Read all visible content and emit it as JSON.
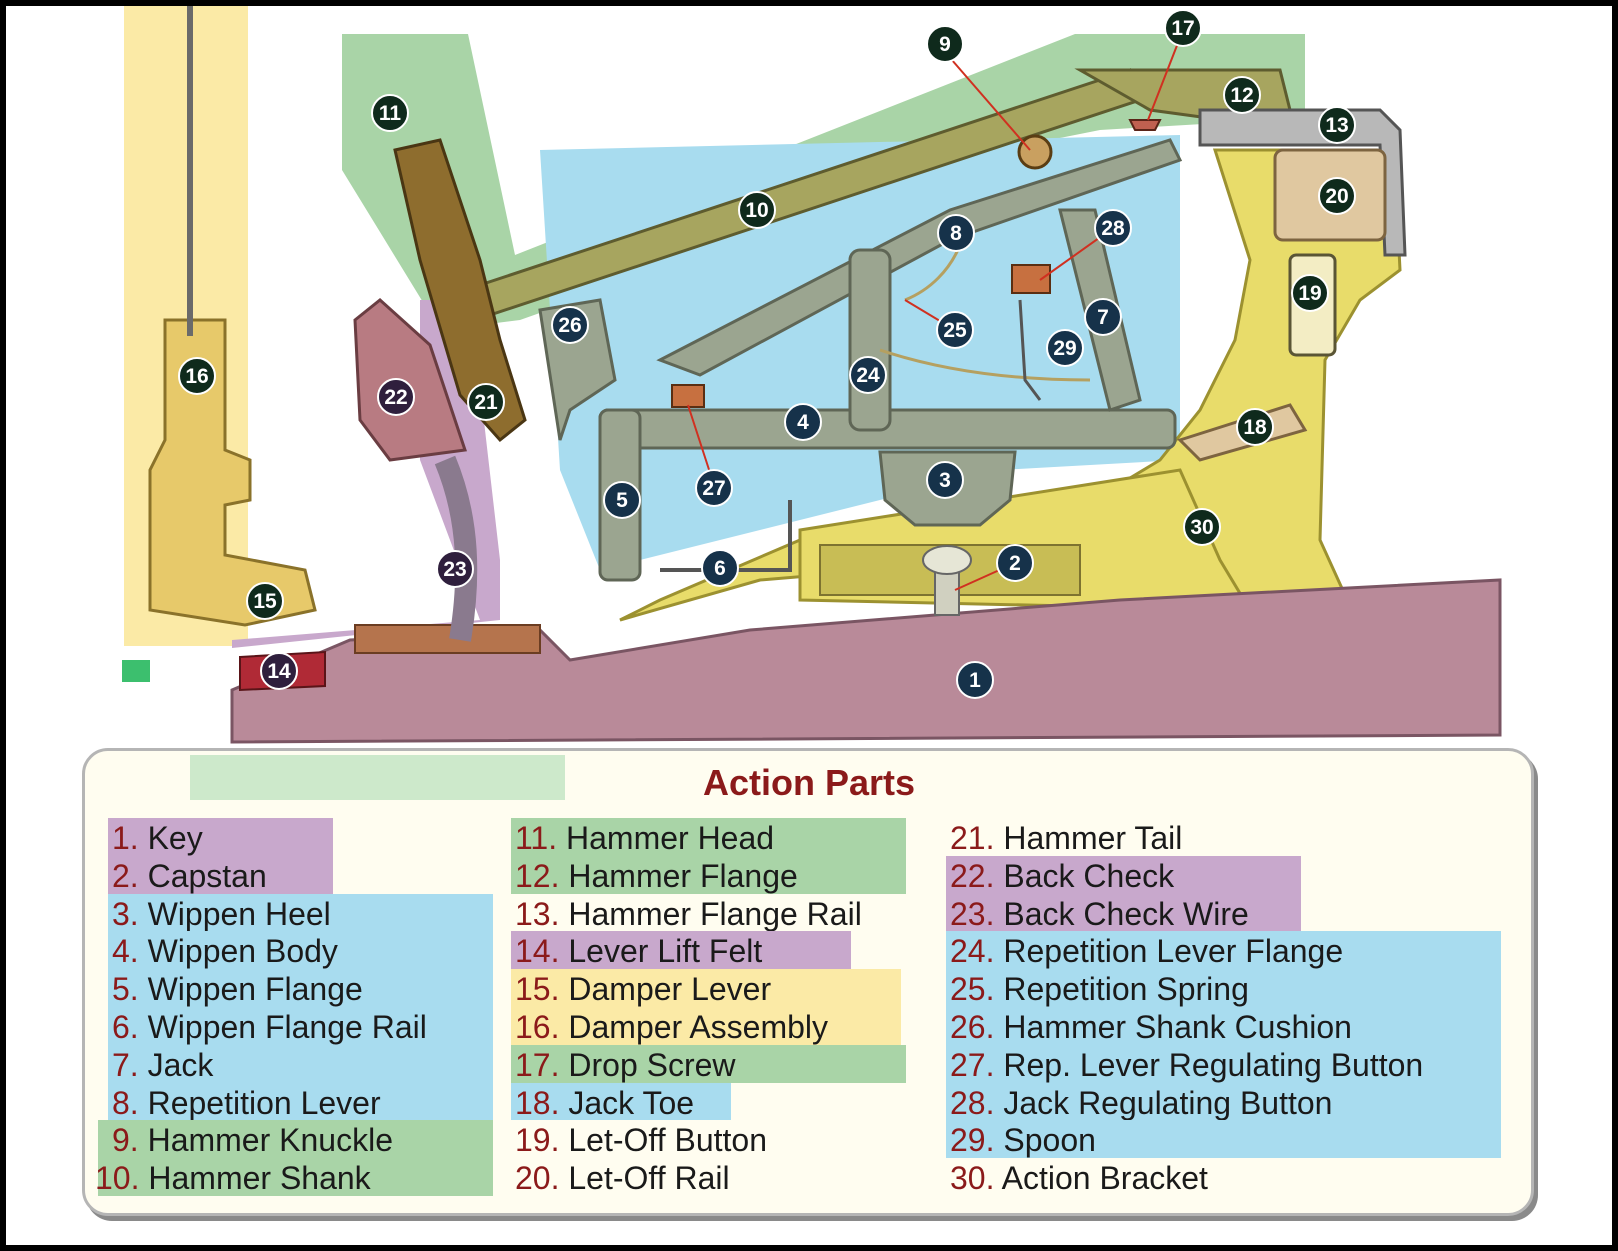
{
  "diagram": {
    "legend_title": "Action Parts",
    "colors": {
      "key_group": "#c8a8cc",
      "wippen_group": "#a8dcef",
      "hammer_group": "#a9d4a7",
      "damper_group": "#fbeaa6",
      "wood": "#c9a976",
      "metal": "#9ba590",
      "key_body": "#b98a99",
      "bracket": "#e8dc6a",
      "label_num": "#8b1a1a"
    },
    "callouts": [
      "1",
      "2",
      "3",
      "4",
      "5",
      "6",
      "7",
      "8",
      "9",
      "10",
      "11",
      "12",
      "13",
      "14",
      "15",
      "16",
      "17",
      "18",
      "19",
      "20",
      "21",
      "22",
      "23",
      "24",
      "25",
      "26",
      "27",
      "28",
      "29",
      "30"
    ],
    "parts": [
      {
        "num": "1.",
        "name": "Key",
        "group": "key"
      },
      {
        "num": "2.",
        "name": "Capstan",
        "group": "key"
      },
      {
        "num": "3.",
        "name": "Wippen Heel",
        "group": "wippen"
      },
      {
        "num": "4.",
        "name": "Wippen Body",
        "group": "wippen"
      },
      {
        "num": "5.",
        "name": "Wippen Flange",
        "group": "wippen"
      },
      {
        "num": "6.",
        "name": "Wippen Flange Rail",
        "group": "wippen"
      },
      {
        "num": "7.",
        "name": "Jack",
        "group": "wippen"
      },
      {
        "num": "8.",
        "name": "Repetition Lever",
        "group": "wippen"
      },
      {
        "num": "9.",
        "name": "Hammer Knuckle",
        "group": "hammer"
      },
      {
        "num": "10.",
        "name": "Hammer Shank",
        "group": "hammer"
      },
      {
        "num": "11.",
        "name": "Hammer Head",
        "group": "hammer"
      },
      {
        "num": "12.",
        "name": "Hammer Flange",
        "group": "hammer"
      },
      {
        "num": "13.",
        "name": "Hammer Flange Rail",
        "group": "none"
      },
      {
        "num": "14.",
        "name": "Lever Lift Felt",
        "group": "key"
      },
      {
        "num": "15.",
        "name": "Damper Lever",
        "group": "damper"
      },
      {
        "num": "16.",
        "name": "Damper Assembly",
        "group": "damper"
      },
      {
        "num": "17.",
        "name": "Drop Screw",
        "group": "hammer"
      },
      {
        "num": "18.",
        "name": "Jack Toe",
        "group": "wippen"
      },
      {
        "num": "19.",
        "name": "Let-Off Button",
        "group": "none"
      },
      {
        "num": "20.",
        "name": "Let-Off Rail",
        "group": "none"
      },
      {
        "num": "21.",
        "name": "Hammer Tail",
        "group": "none"
      },
      {
        "num": "22.",
        "name": "Back Check",
        "group": "key"
      },
      {
        "num": "23.",
        "name": "Back Check Wire",
        "group": "key"
      },
      {
        "num": "24.",
        "name": "Repetition Lever Flange",
        "group": "wippen"
      },
      {
        "num": "25.",
        "name": "Repetition Spring",
        "group": "wippen"
      },
      {
        "num": "26.",
        "name": "Hammer Shank Cushion",
        "group": "wippen"
      },
      {
        "num": "27.",
        "name": "Rep. Lever Regulating Button",
        "group": "wippen"
      },
      {
        "num": "28.",
        "name": "Jack Regulating Button",
        "group": "wippen"
      },
      {
        "num": "29.",
        "name": "Spoon",
        "group": "wippen"
      },
      {
        "num": "30.",
        "name": "Action Bracket",
        "group": "none"
      }
    ]
  }
}
